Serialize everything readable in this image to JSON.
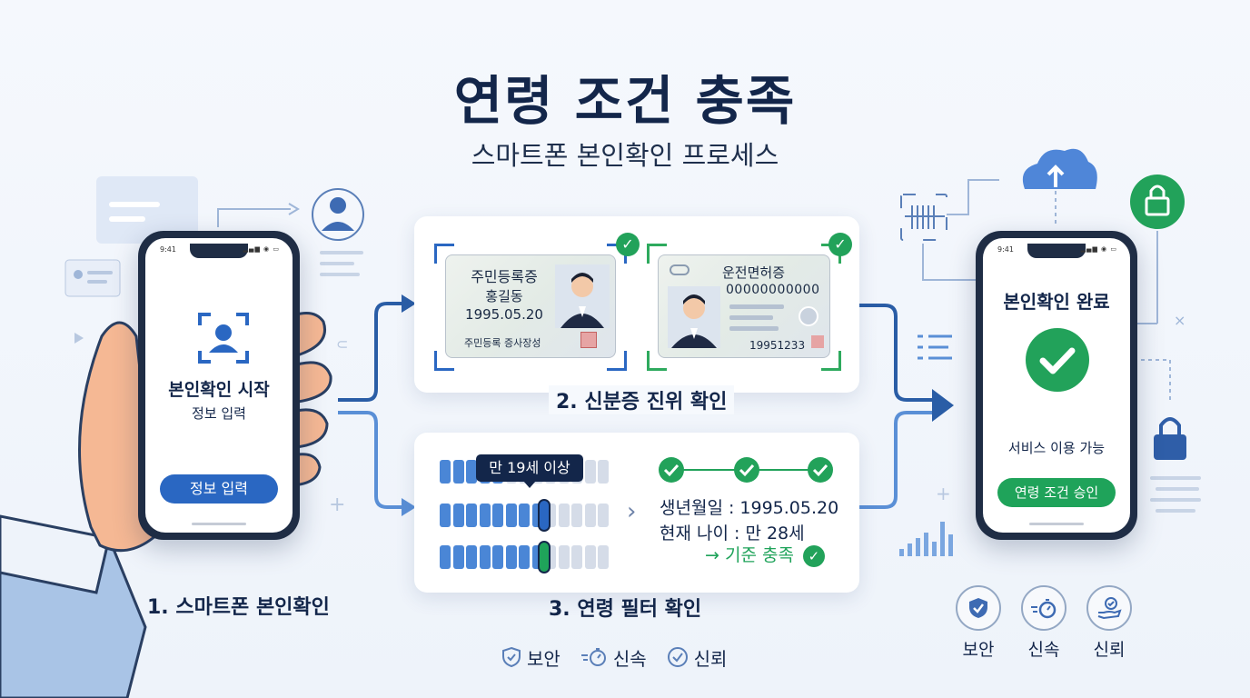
{
  "title": "연령 조건 충족",
  "subtitle": "스마트폰 본인확인 프로세스",
  "phone_left": {
    "status_time": "9:41",
    "status_icons": "▂▄▆ ◉ ▭",
    "heading": "본인확인 시작",
    "subheading": "정보 입력",
    "button": "정보 입력"
  },
  "phone_right": {
    "status_time": "9:41",
    "status_icons": "▂▄▆ ◉ ▭",
    "heading": "본인확인 완료",
    "service_text": "서비스 이용 가능",
    "button": "연령 조건 승인"
  },
  "step1_label": "1. 스마트폰 본인확인",
  "step2": {
    "label": "2. 신분증 진위 확인",
    "id_card": {
      "title": "주민등록증",
      "name": "홍길동",
      "date": "1995.05.20",
      "issuer": "주민등록 증사장성"
    },
    "license_card": {
      "title": "운전면허증",
      "number": "00000000000",
      "code": "19951233"
    }
  },
  "step3": {
    "label": "3. 연령 필터 확인",
    "tooltip": "만 19세 이상",
    "birth_line": "생년월일 : 1995.05.20",
    "age_line": "현재 나이 : 만 28세",
    "result_line": "→ 기준 충족"
  },
  "bottom_badges": [
    {
      "icon": "shield-icon",
      "label": "보안"
    },
    {
      "icon": "stopwatch-icon",
      "label": "신속"
    },
    {
      "icon": "check-circle-icon",
      "label": "신뢰"
    }
  ],
  "right_badges": [
    {
      "icon": "shield-check-icon",
      "label": "보안"
    },
    {
      "icon": "stopwatch-icon",
      "label": "신속"
    },
    {
      "icon": "hand-check-icon",
      "label": "신뢰"
    }
  ],
  "colors": {
    "primary_blue": "#2a67c2",
    "success_green": "#1fa35a",
    "title_navy": "#13264a",
    "phone_frame": "#1f2d45"
  }
}
